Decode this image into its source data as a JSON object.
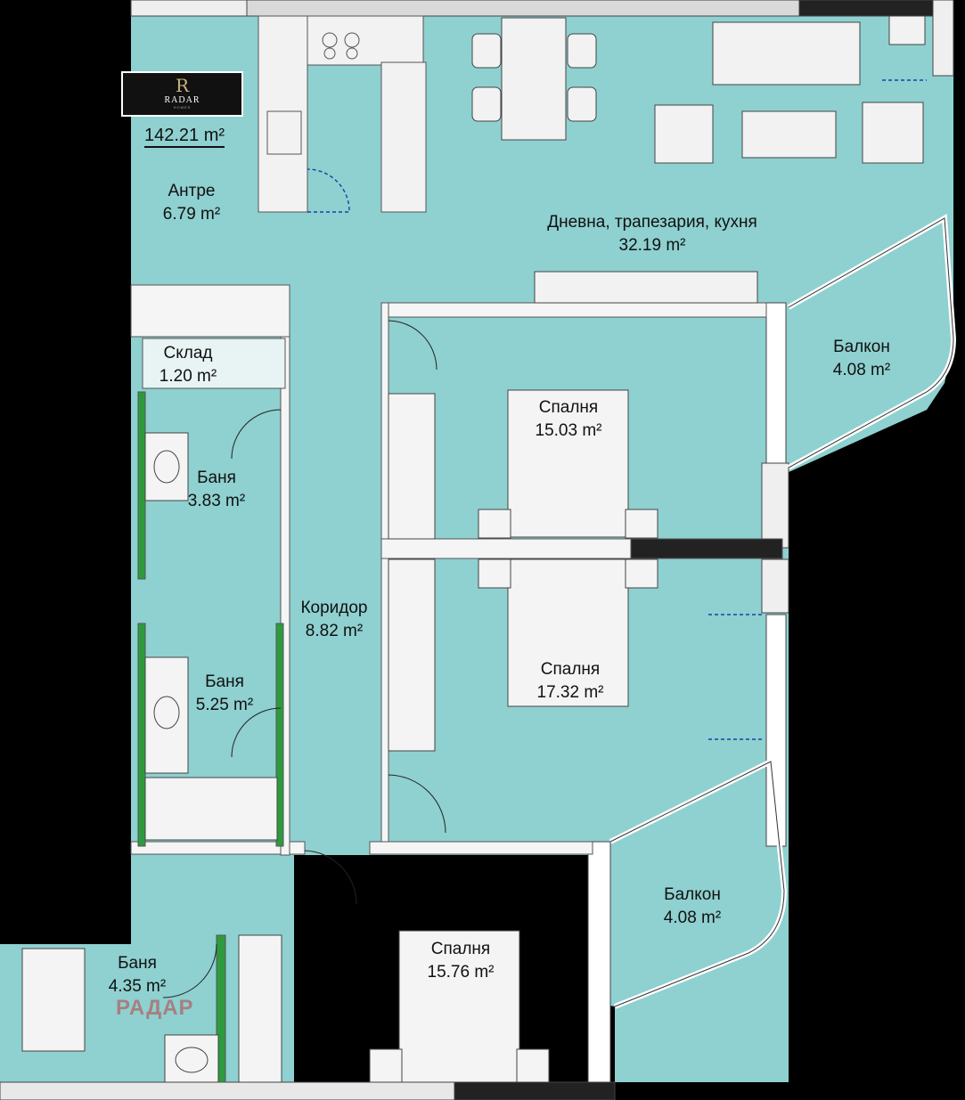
{
  "logo": {
    "glyph": "R",
    "name": "RADAR",
    "sub": "HOMES"
  },
  "total_area": "142.21 m²",
  "watermark": "РАДАР",
  "colors": {
    "floor": "#8fd0d0",
    "wall": "#f2f2f2",
    "background": "#000000",
    "accent_green": "#2e9a3e",
    "door_swing": "#1d3fa8"
  },
  "rooms": [
    {
      "id": "entry",
      "name": "Антре",
      "area": "6.79 m²"
    },
    {
      "id": "living",
      "name": "Дневна, трапезария, кухня",
      "area": "32.19 m²"
    },
    {
      "id": "storage",
      "name": "Склад",
      "area": "1.20 m²"
    },
    {
      "id": "bath1",
      "name": "Баня",
      "area": "3.83 m²"
    },
    {
      "id": "corridor",
      "name": "Коридор",
      "area": "8.82 m²"
    },
    {
      "id": "bath2",
      "name": "Баня",
      "area": "5.25 m²"
    },
    {
      "id": "bedroom1",
      "name": "Спалня",
      "area": "15.03 m²"
    },
    {
      "id": "bedroom2",
      "name": "Спалня",
      "area": "17.32 m²"
    },
    {
      "id": "balcony1",
      "name": "Балкон",
      "area": "4.08 m²"
    },
    {
      "id": "balcony2",
      "name": "Балкон",
      "area": "4.08 m²"
    },
    {
      "id": "bedroom3",
      "name": "Спалня",
      "area": "15.76 m²"
    },
    {
      "id": "bath3",
      "name": "Баня",
      "area": "4.35 m²"
    }
  ]
}
